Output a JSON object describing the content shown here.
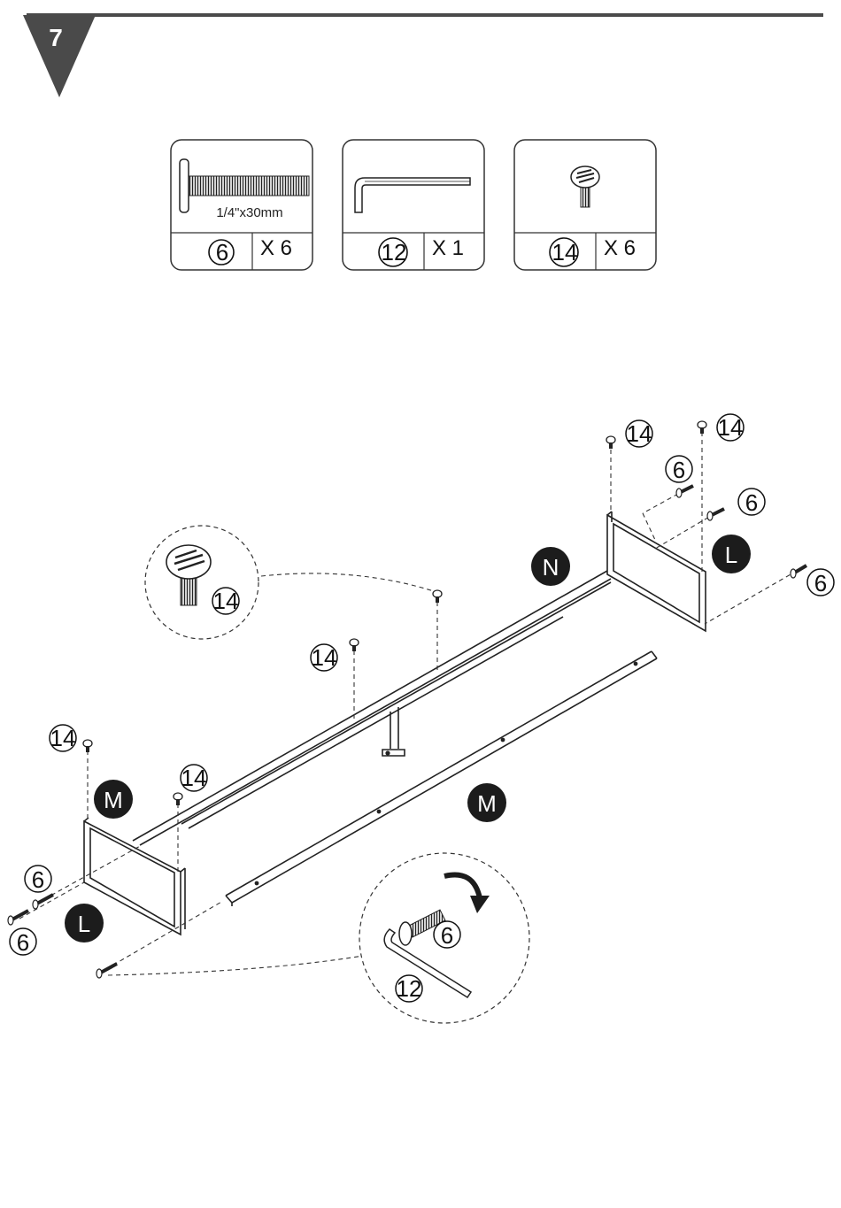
{
  "step": {
    "number": "7",
    "header_color": "#4a4a4a"
  },
  "parts": [
    {
      "name": "bolt",
      "icon": "bolt-icon",
      "spec": "1/4\"x30mm",
      "number": "6",
      "qty": "X 6"
    },
    {
      "name": "allen-key",
      "icon": "allen-key-icon",
      "spec": "",
      "number": "12",
      "qty": "X 1"
    },
    {
      "name": "cap-nut",
      "icon": "cap-nut-icon",
      "spec": "",
      "number": "14",
      "qty": "X 6"
    }
  ],
  "diagram": {
    "part_labels": {
      "n": "N",
      "l_right": "L",
      "l_left": "L",
      "m_left": "M",
      "m_front": "M"
    },
    "callouts": {
      "nut_top_left": "14",
      "nut_top_right": "14",
      "bolt_upper_right": "6",
      "bolt_right_mid": "6",
      "bolt_right_far": "6",
      "nut_center": "14",
      "nut_left_top": "14",
      "nut_left_inner": "14",
      "bolt_left_upper": "6",
      "bolt_left_lower": "6",
      "detail_nut": "14",
      "detail_bolt": "6",
      "detail_key": "12"
    },
    "icons": {
      "rotate_arrow": "rotate-arrow-icon",
      "label_fill": "#1c1c1c"
    }
  }
}
